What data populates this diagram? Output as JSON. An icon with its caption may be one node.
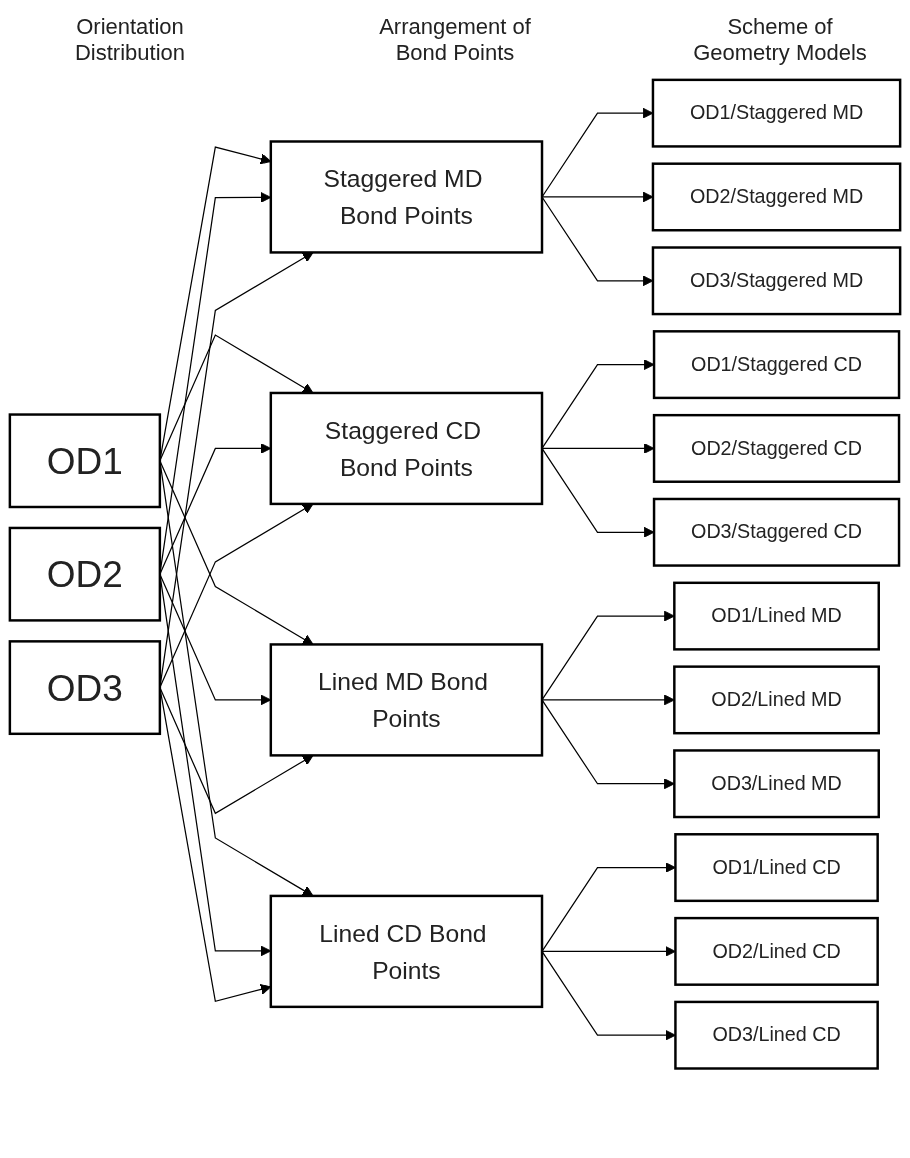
{
  "diagram": {
    "nodes": [
      {
        "text": [
          "OD1"
        ]
      },
      {
        "text": [
          "OD2"
        ]
      },
      {
        "text": [
          "OD3"
        ]
      },
      {
        "text": [
          "Staggered MD Bond Points"
        ]
      },
      {
        "text": [
          "Staggered CD Bond Points"
        ]
      },
      {
        "text": [
          "Lined MD Bond Points"
        ]
      },
      {
        "text": [
          "Lined CD Bond Points"
        ]
      },
      {
        "text": [
          "OD1/Staggered MD"
        ]
      },
      {
        "text": [
          "OD2/Staggered MD"
        ]
      },
      {
        "text": [
          "OD3/Staggered MD"
        ]
      },
      {
        "text": [
          "OD1/Staggered CD"
        ]
      },
      {
        "text": [
          "OD2/Staggered CD"
        ]
      },
      {
        "text": [
          "OD3/Staggered CD"
        ]
      },
      {
        "text": [
          "OD1/Lined MD"
        ]
      },
      {
        "text": [
          "OD2/Lined MD"
        ]
      },
      {
        "text": [
          "OD3/Lined MD"
        ]
      },
      {
        "text": [
          "OD1/Lined CD"
        ]
      },
      {
        "text": [
          "OD2/Lined CD"
        ]
      },
      {
        "text": [
          "OD3/Lined CD"
        ]
      }
    ],
    "edges": [
      {
        "from": 0,
        "to": 3,
        "arrow": "to"
      },
      {
        "from": 0,
        "to": 4,
        "arrow": "to"
      },
      {
        "from": 0,
        "to": 5,
        "arrow": "to"
      },
      {
        "from": 0,
        "to": 6,
        "arrow": "to"
      },
      {
        "from": 1,
        "to": 3,
        "arrow": "to"
      },
      {
        "from": 1,
        "to": 4,
        "arrow": "to"
      },
      {
        "from": 1,
        "to": 5,
        "arrow": "to"
      },
      {
        "from": 1,
        "to": 6,
        "arrow": "to"
      },
      {
        "from": 2,
        "to": 3,
        "arrow": "to"
      },
      {
        "from": 2,
        "to": 4,
        "arrow": "to"
      },
      {
        "from": 2,
        "to": 5,
        "arrow": "to"
      },
      {
        "from": 2,
        "to": 6,
        "arrow": "to"
      },
      {
        "from": 3,
        "to": 7,
        "arrow": "to"
      },
      {
        "from": 3,
        "to": 8,
        "arrow": "to"
      },
      {
        "from": 3,
        "to": 9,
        "arrow": "to"
      },
      {
        "from": 4,
        "to": 10,
        "arrow": "to"
      },
      {
        "from": 4,
        "to": 11,
        "arrow": "to"
      },
      {
        "from": 4,
        "to": 12,
        "arrow": "to"
      },
      {
        "from": 5,
        "to": 13,
        "arrow": "to"
      },
      {
        "from": 5,
        "to": 14,
        "arrow": "to"
      },
      {
        "from": 5,
        "to": 15,
        "arrow": "to"
      },
      {
        "from": 6,
        "to": 16,
        "arrow": "to"
      },
      {
        "from": 6,
        "to": 17,
        "arrow": "to"
      },
      {
        "from": 6,
        "to": 18,
        "arrow": "to"
      }
    ],
    "labels": [
      "Orientation Distribution",
      "Arrangement of Bond Points",
      "Scheme of Geometry Models"
    ]
  }
}
